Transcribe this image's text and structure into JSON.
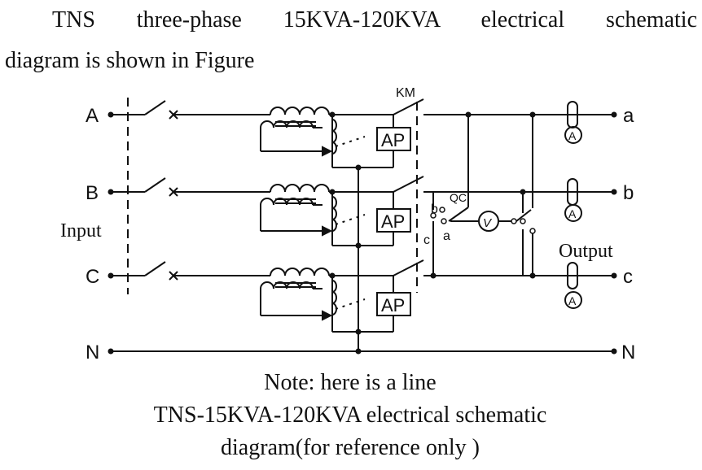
{
  "intro": {
    "line1": "TNS three-phase 15KVA-120KVA electrical schematic",
    "line2": "diagram is shown in Figure"
  },
  "diagram": {
    "inputs": [
      "A",
      "B",
      "C",
      "N"
    ],
    "outputs": [
      "a",
      "b",
      "c",
      "N"
    ],
    "input_label": "Input",
    "output_label": "Output",
    "contactor_label": "KM",
    "ap_label": "AP",
    "switch_label": "QC",
    "switch_positions": [
      "b",
      "a",
      "c"
    ],
    "voltmeter_label": "V",
    "ammeter_label": "A"
  },
  "note": {
    "line1": "Note: here is a line",
    "line2": "TNS-15KVA-120KVA electrical schematic",
    "line3": "diagram(for reference only )"
  }
}
